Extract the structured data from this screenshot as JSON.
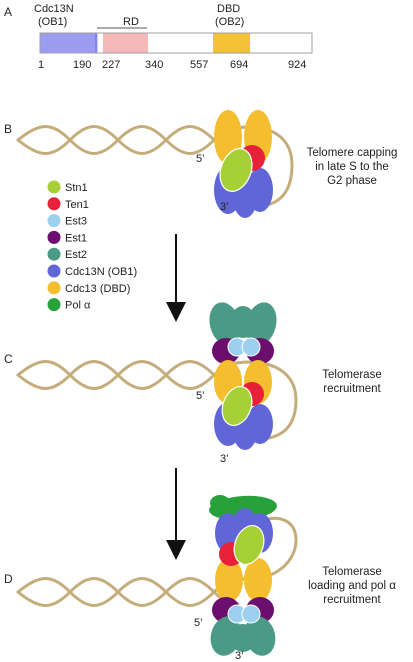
{
  "panel_labels": {
    "a": "A",
    "b": "B",
    "c": "C",
    "d": "D"
  },
  "domain_map": {
    "cdc13n_label": "Cdc13N",
    "ob1_label": "(OB1)",
    "rd_label": "RD",
    "dbd_label": "DBD",
    "ob2_label": "(OB2)",
    "ticks": [
      "1",
      "190",
      "227",
      "340",
      "557",
      "694",
      "924"
    ],
    "colors": {
      "cdc13n": "#9b9cf0",
      "rd": "#f5b8b8",
      "dbd": "#f5c236",
      "other": "#ffffff"
    }
  },
  "legend": [
    {
      "label": "Stn1",
      "color": "#a6d035"
    },
    {
      "label": "Ten1",
      "color": "#e8213a"
    },
    {
      "label": "Est3",
      "color": "#9dd0ee"
    },
    {
      "label": "Est1",
      "color": "#6a0f6e"
    },
    {
      "label": "Est2",
      "color": "#4a9a86"
    },
    {
      "label": "Cdc13N (OB1)",
      "color": "#6066d6"
    },
    {
      "label": "Cdc13 (DBD)",
      "color": "#f5be2f"
    },
    {
      "label": "Pol α",
      "color": "#27a23a"
    }
  ],
  "strand_labels": {
    "five_prime": "5’",
    "three_prime": "3’"
  },
  "captions": {
    "b": [
      "Telomere capping",
      "in late S to the",
      "G2 phase"
    ],
    "c": [
      "Telomerase",
      "recruitment"
    ],
    "d": [
      "Telomerase",
      "loading and pol α",
      "recruitment"
    ]
  },
  "colors": {
    "dna": "#c4ad7a",
    "arrow": "#111111"
  }
}
